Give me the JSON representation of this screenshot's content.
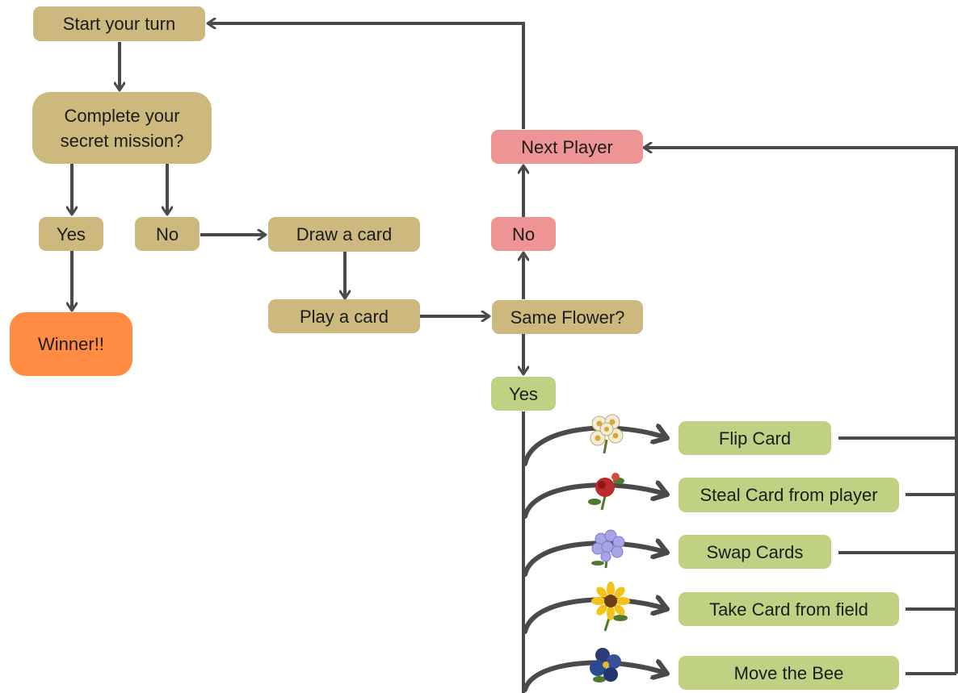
{
  "colors": {
    "tan": "#cdb97e",
    "pink": "#ee9494",
    "green": "#c0d183",
    "orange": "#ff8c42",
    "line": "#4a4a4a"
  },
  "nodes": {
    "start": "Start your turn",
    "mission_line1": "Complete your",
    "mission_line2": "secret mission?",
    "yes_mission": "Yes",
    "no_mission": "No",
    "winner": "Winner!!",
    "draw": "Draw a card",
    "play": "Play a card",
    "same_flower": "Same Flower?",
    "no_flower": "No",
    "yes_flower": "Yes",
    "next_player": "Next Player"
  },
  "actions": [
    {
      "label": "Flip Card",
      "flower_icon": "daisy-flower-icon"
    },
    {
      "label": "Steal Card from player",
      "flower_icon": "rose-flower-icon"
    },
    {
      "label": "Swap Cards",
      "flower_icon": "hydrangea-flower-icon"
    },
    {
      "label": "Take Card from field",
      "flower_icon": "sunflower-flower-icon"
    },
    {
      "label": "Move the Bee",
      "flower_icon": "pansy-flower-icon"
    }
  ]
}
